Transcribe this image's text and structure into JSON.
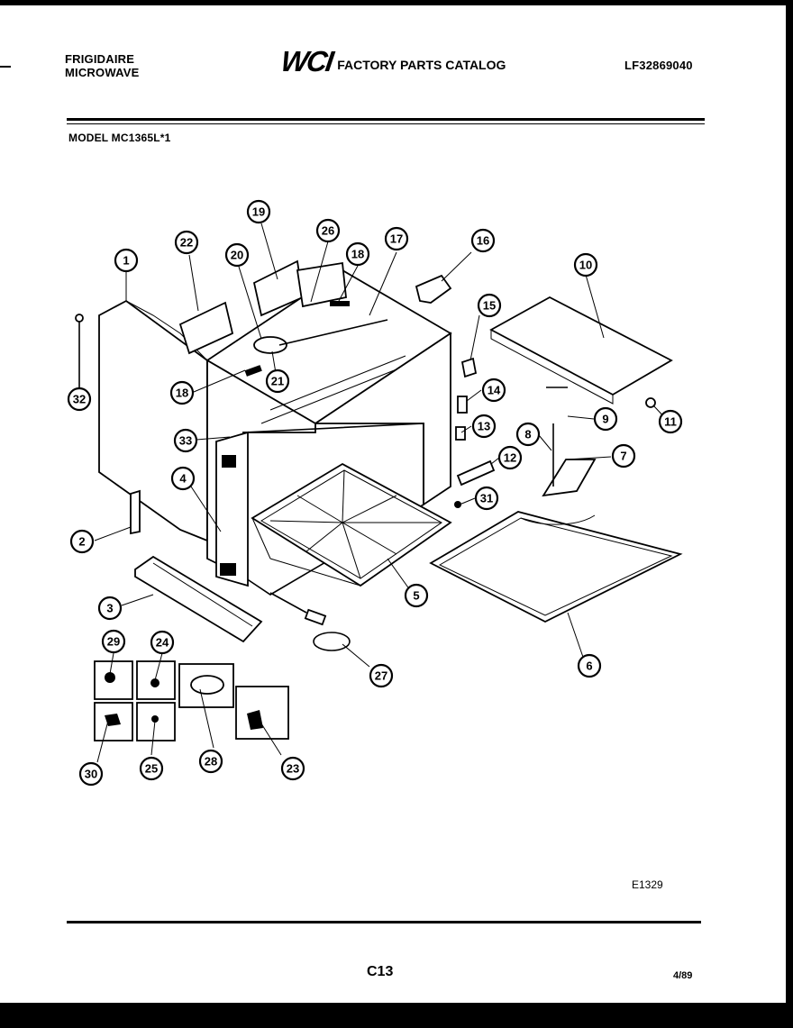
{
  "header": {
    "brand_line1": "FRIGIDAIRE",
    "brand_line2": "MICROWAVE",
    "logo": "WCI",
    "catalog_title": "FACTORY PARTS CATALOG",
    "catalog_number": "LF32869040",
    "model": "MODEL MC1365L*1"
  },
  "footer": {
    "diagram_code": "E1329",
    "page": "C13",
    "date": "4/89"
  },
  "callouts": [
    {
      "id": "c1",
      "label": "1"
    },
    {
      "id": "c2",
      "label": "2"
    },
    {
      "id": "c3",
      "label": "3"
    },
    {
      "id": "c4",
      "label": "4"
    },
    {
      "id": "c5",
      "label": "5"
    },
    {
      "id": "c6",
      "label": "6"
    },
    {
      "id": "c7",
      "label": "7"
    },
    {
      "id": "c8",
      "label": "8"
    },
    {
      "id": "c9",
      "label": "9"
    },
    {
      "id": "c10",
      "label": "10"
    },
    {
      "id": "c11",
      "label": "11"
    },
    {
      "id": "c12",
      "label": "12"
    },
    {
      "id": "c13",
      "label": "13"
    },
    {
      "id": "c14",
      "label": "14"
    },
    {
      "id": "c15",
      "label": "15"
    },
    {
      "id": "c16",
      "label": "16"
    },
    {
      "id": "c17",
      "label": "17"
    },
    {
      "id": "c18a",
      "label": "18"
    },
    {
      "id": "c18b",
      "label": "18"
    },
    {
      "id": "c19",
      "label": "19"
    },
    {
      "id": "c20",
      "label": "20"
    },
    {
      "id": "c21",
      "label": "21"
    },
    {
      "id": "c22",
      "label": "22"
    },
    {
      "id": "c23",
      "label": "23"
    },
    {
      "id": "c24",
      "label": "24"
    },
    {
      "id": "c25",
      "label": "25"
    },
    {
      "id": "c26",
      "label": "26"
    },
    {
      "id": "c27",
      "label": "27"
    },
    {
      "id": "c28",
      "label": "28"
    },
    {
      "id": "c29",
      "label": "29"
    },
    {
      "id": "c30",
      "label": "30"
    },
    {
      "id": "c31",
      "label": "31"
    },
    {
      "id": "c32",
      "label": "32"
    },
    {
      "id": "c33",
      "label": "33"
    }
  ]
}
